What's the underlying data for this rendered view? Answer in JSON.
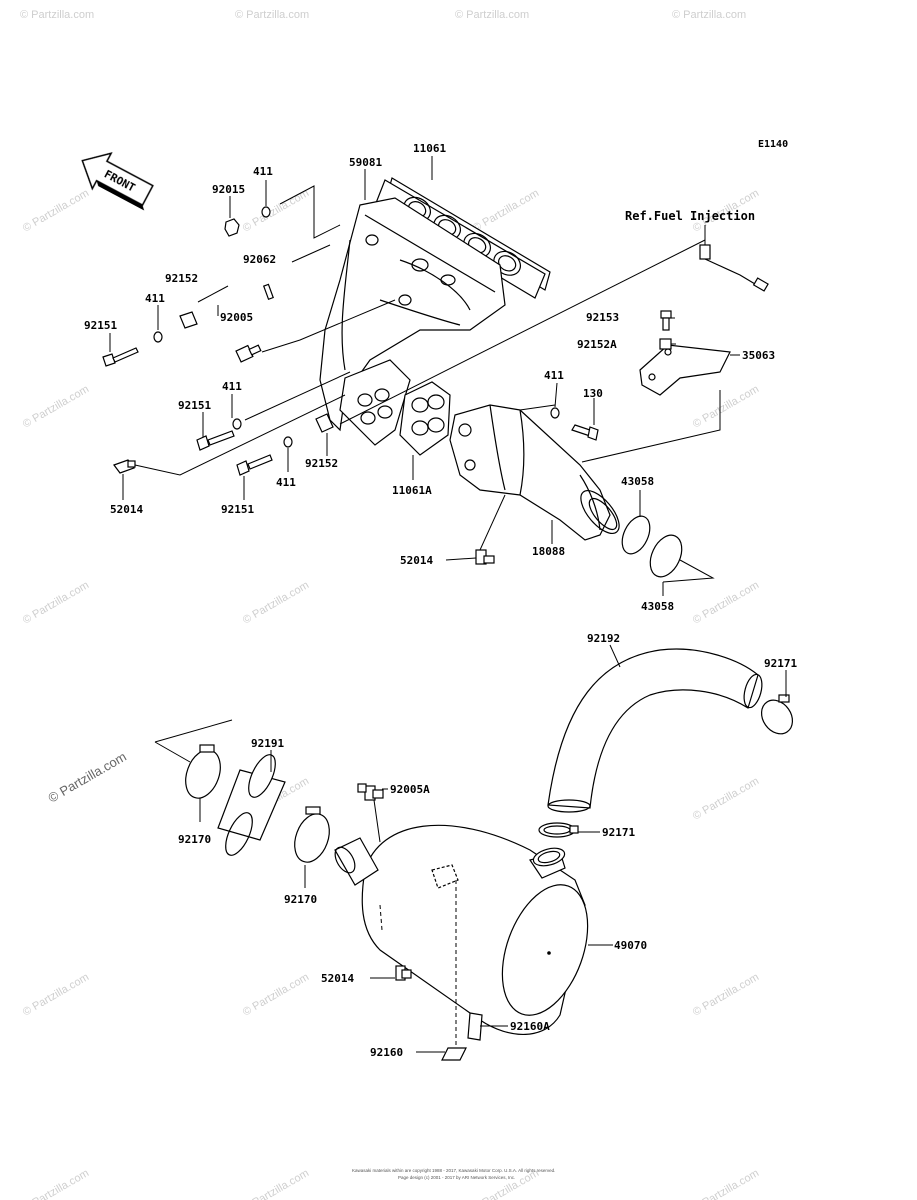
{
  "diagram_code": "E1140",
  "front_label": "FRONT",
  "reference_note": "Ref.Fuel Injection",
  "watermark_text": "© Partzilla.com",
  "footer_line1": "Kawasaki materials within are copyright 1988 - 2017, Kawasaki Motor Corp. U.S.A. All rights reserved.",
  "footer_line2": "Page design (c) 2001 - 2017 by ARI Network Services, Inc.",
  "callouts": [
    {
      "id": "c01",
      "text": "411"
    },
    {
      "id": "c02",
      "text": "92015"
    },
    {
      "id": "c03",
      "text": "59081"
    },
    {
      "id": "c04",
      "text": "11061"
    },
    {
      "id": "c05",
      "text": "92062"
    },
    {
      "id": "c06",
      "text": "92152"
    },
    {
      "id": "c07",
      "text": "411"
    },
    {
      "id": "c08",
      "text": "92151"
    },
    {
      "id": "c09",
      "text": "92005"
    },
    {
      "id": "c10",
      "text": "411"
    },
    {
      "id": "c11",
      "text": "92151"
    },
    {
      "id": "c12",
      "text": "52014"
    },
    {
      "id": "c13",
      "text": "92151"
    },
    {
      "id": "c14",
      "text": "411"
    },
    {
      "id": "c15",
      "text": "92152"
    },
    {
      "id": "c16",
      "text": "11061A"
    },
    {
      "id": "c17",
      "text": "92153"
    },
    {
      "id": "c18",
      "text": "92152A"
    },
    {
      "id": "c19",
      "text": "35063"
    },
    {
      "id": "c20",
      "text": "411"
    },
    {
      "id": "c21",
      "text": "130"
    },
    {
      "id": "c22",
      "text": "43058"
    },
    {
      "id": "c23",
      "text": "52014"
    },
    {
      "id": "c24",
      "text": "18088"
    },
    {
      "id": "c25",
      "text": "43058"
    },
    {
      "id": "c26",
      "text": "92192"
    },
    {
      "id": "c27",
      "text": "92171"
    },
    {
      "id": "c28",
      "text": "92191"
    },
    {
      "id": "c29",
      "text": "92005A"
    },
    {
      "id": "c30",
      "text": "92170"
    },
    {
      "id": "c31",
      "text": "92171"
    },
    {
      "id": "c32",
      "text": "92170"
    },
    {
      "id": "c33",
      "text": "49070"
    },
    {
      "id": "c34",
      "text": "52014"
    },
    {
      "id": "c35",
      "text": "92160A"
    },
    {
      "id": "c36",
      "text": "92160"
    }
  ]
}
